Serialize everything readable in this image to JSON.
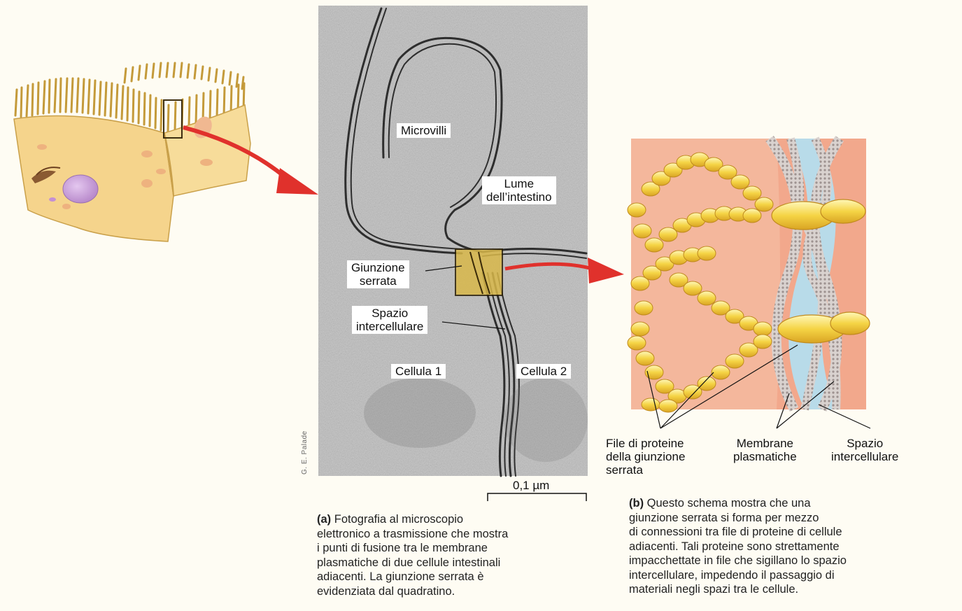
{
  "micrograph": {
    "labels": {
      "microvilli": "Microvilli",
      "lume": "Lume\ndell’intestino",
      "giunzione": "Giunzione\nserrata",
      "spazio": "Spazio\nintercellulare",
      "cellula1": "Cellula 1",
      "cellula2": "Cellula 2"
    },
    "scale_label": "0,1 µm",
    "credit": "G. E. Palade"
  },
  "schema": {
    "labels": {
      "file_proteine": "File di proteine\ndella giunzione\nserrata",
      "membrane": "Membrane\nplasmatiche",
      "spazio": "Spazio\nintercellulare"
    }
  },
  "captions": {
    "a": {
      "tag": "(a)",
      "text": "Fotografia al microscopio\nelettronico a trasmissione che mostra\ni punti di fusione tra le membrane\nplasmatiche di due cellule intestinali\nadiacenti. La giunzione serrata è\nevidenziata dal quadratino."
    },
    "b": {
      "tag": "(b)",
      "text": "Questo schema mostra che una\ngiunzione serrata si forma per mezzo\ndi connessioni tra file di proteine di cellule\nadiacenti. Tali proteine sono strettamente\nimpacchettate in file che sigillano lo spazio\nintercellulare, impedendo il passaggio di\nmateriali negli spazi tra le cellule."
    }
  },
  "colors": {
    "arrow": "#e0312c",
    "highlight": "#d9b84a",
    "cell_fill": "#f3d489",
    "protein": "#f2cf45",
    "membrane_bg": "#f0a488",
    "space": "#b8dbe9"
  }
}
